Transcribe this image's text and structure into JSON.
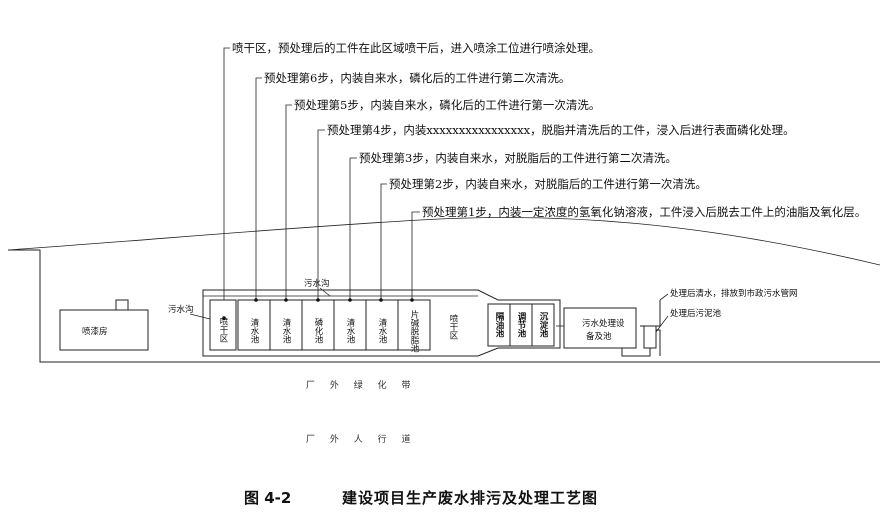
{
  "annotations": [
    "喷干区，预处理后的工件在此区域喷干后，进入喷涂工位进行喷涂处理。",
    "预处理第6步，内装自来水，磷化后的工件进行第二次清洗。",
    "预处理第5步，内装自来水，磷化后的工件进行第一次清洗。",
    "预处理第4步，内装xxxxxxxxxxxxxxxx，脱脂并清洗后的工件，浸入后进行表面磷化处理。",
    "预处理第3步，内装自来水，对脱脂后的工件进行第二次清洗。",
    "预处理第2步，内装自来水，对脱脂后的工件进行第一次清洗。",
    "预处理第1步，内装一定浓度的氢氧化钠溶液，工件浸入后脱去工件上的油脂及氧化层。"
  ],
  "paint_room": "喷漆房",
  "sewage_ditch": "污水沟",
  "sewage_ditch_top": "污水沟",
  "tanks": [
    "喷干区",
    "清水池",
    "清水池",
    "磷化池",
    "清水池",
    "清水池",
    "片碱脱脂池"
  ],
  "drying_zone": "喷干区",
  "small_tanks": [
    "隔油池",
    "调节池",
    "沉淀池"
  ],
  "treatment_equipment": "污水处理设备及池",
  "outflow_note_1": "处理后清水，排放到市政污水管网",
  "outflow_note_2": "处理后污泥池",
  "green_belt": "厂 外 绿 化 带",
  "sidewalk": "厂 外 人 行 道",
  "caption_number": "图 4-2",
  "caption_title": "建设项目生产废水排污及处理工艺图"
}
